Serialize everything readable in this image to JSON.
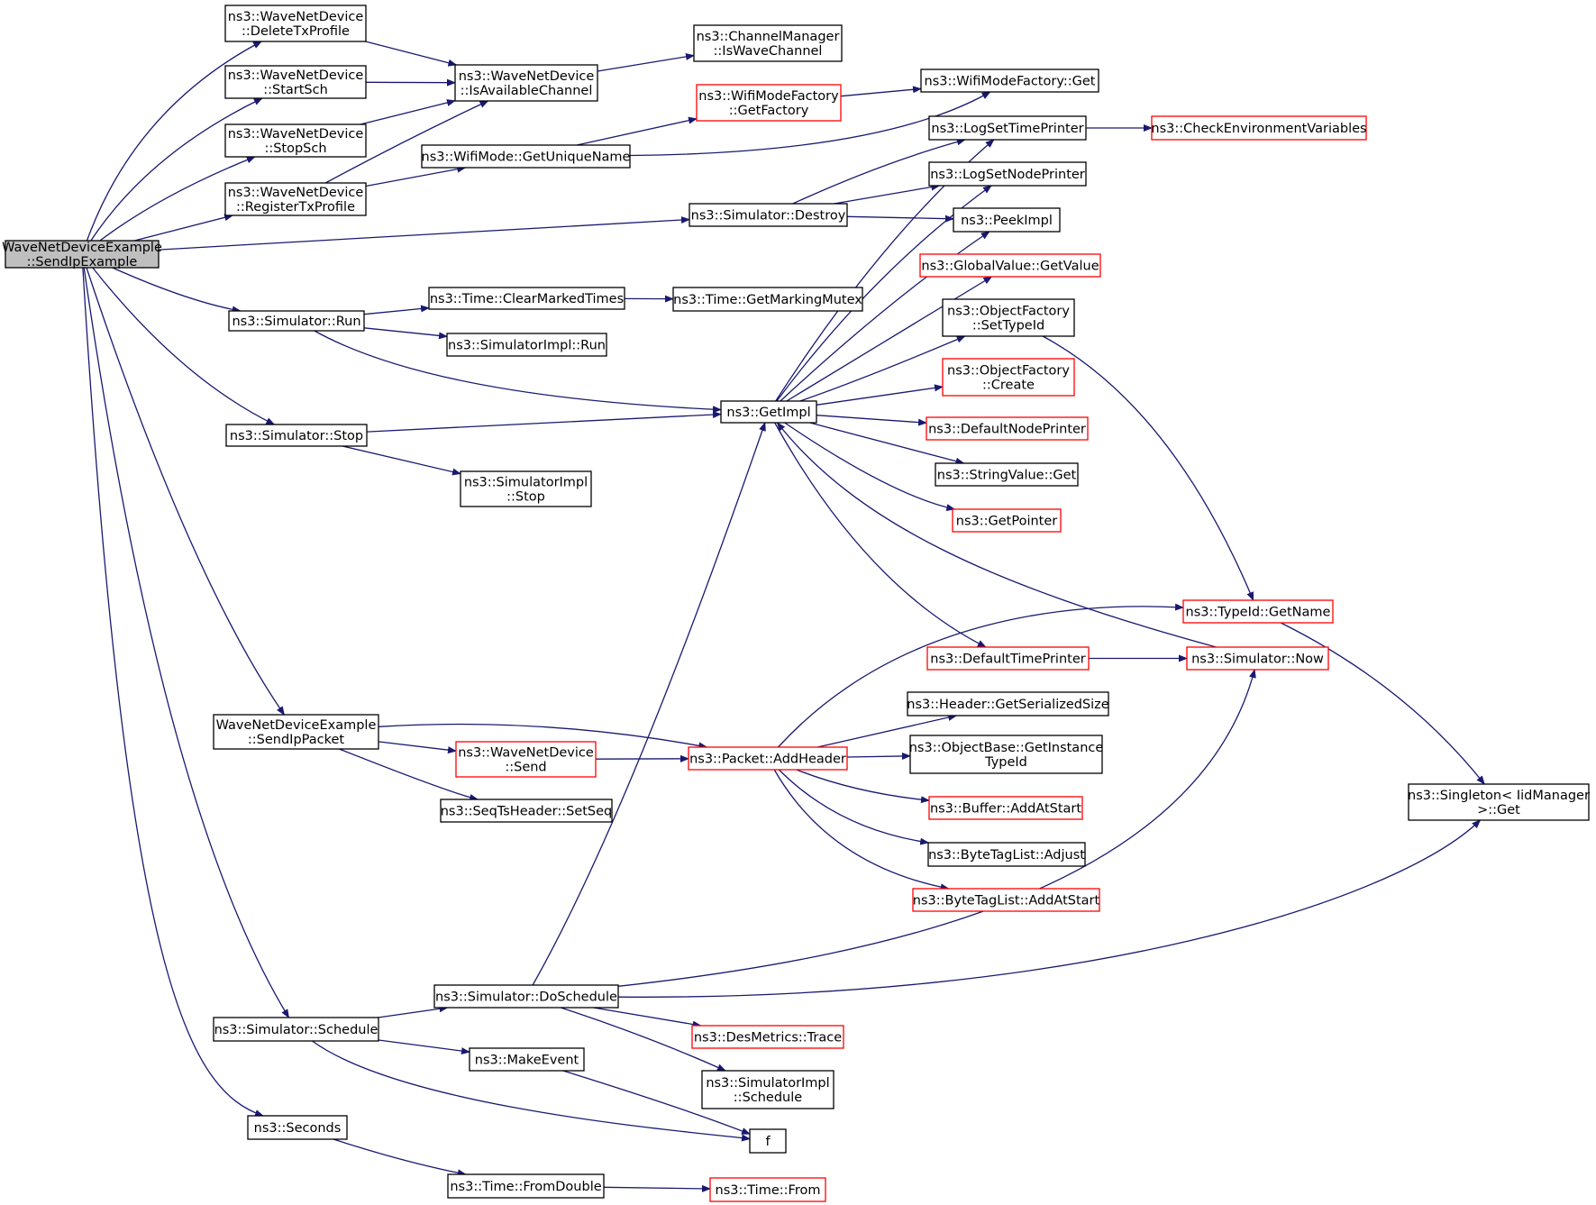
{
  "colors": {
    "edge": "#191970",
    "node_border": "#000000",
    "node_border_truncated": "#ff0000",
    "root_fill": "#bfbfbf",
    "node_fill": "#ffffff"
  },
  "nodes": [
    {
      "id": "root",
      "lines": [
        "WaveNetDeviceExample",
        "::SendIpExample"
      ],
      "style": "root"
    },
    {
      "id": "delTx",
      "lines": [
        "ns3::WaveNetDevice",
        "::DeleteTxProfile"
      ],
      "style": "normal"
    },
    {
      "id": "startSch",
      "lines": [
        "ns3::WaveNetDevice",
        "::StartSch"
      ],
      "style": "normal"
    },
    {
      "id": "stopSch",
      "lines": [
        "ns3::WaveNetDevice",
        "::StopSch"
      ],
      "style": "normal"
    },
    {
      "id": "regTx",
      "lines": [
        "ns3::WaveNetDevice",
        "::RegisterTxProfile"
      ],
      "style": "normal"
    },
    {
      "id": "isAvail",
      "lines": [
        "ns3::WaveNetDevice",
        "::IsAvailableChannel"
      ],
      "style": "normal"
    },
    {
      "id": "isWave",
      "lines": [
        "ns3::ChannelManager",
        "::IsWaveChannel"
      ],
      "style": "normal"
    },
    {
      "id": "wmfGetFactory",
      "lines": [
        "ns3::WifiModeFactory",
        "::GetFactory"
      ],
      "style": "truncated"
    },
    {
      "id": "wmfGet",
      "lines": [
        "ns3::WifiModeFactory::Get"
      ],
      "style": "normal"
    },
    {
      "id": "uniqueName",
      "lines": [
        "ns3::WifiMode::GetUniqueName"
      ],
      "style": "normal"
    },
    {
      "id": "logTime",
      "lines": [
        "ns3::LogSetTimePrinter"
      ],
      "style": "normal"
    },
    {
      "id": "checkEnv",
      "lines": [
        "ns3::CheckEnvironmentVariables"
      ],
      "style": "truncated"
    },
    {
      "id": "logNode",
      "lines": [
        "ns3::LogSetNodePrinter"
      ],
      "style": "normal"
    },
    {
      "id": "destroy",
      "lines": [
        "ns3::Simulator::Destroy"
      ],
      "style": "normal"
    },
    {
      "id": "peek",
      "lines": [
        "ns3::PeekImpl"
      ],
      "style": "normal"
    },
    {
      "id": "gvGet",
      "lines": [
        "ns3::GlobalValue::GetValue"
      ],
      "style": "truncated"
    },
    {
      "id": "run",
      "lines": [
        "ns3::Simulator::Run"
      ],
      "style": "normal"
    },
    {
      "id": "clearMarked",
      "lines": [
        "ns3::Time::ClearMarkedTimes"
      ],
      "style": "normal"
    },
    {
      "id": "markingMutex",
      "lines": [
        "ns3::Time::GetMarkingMutex"
      ],
      "style": "normal"
    },
    {
      "id": "simImplRun",
      "lines": [
        "ns3::SimulatorImpl::Run"
      ],
      "style": "normal"
    },
    {
      "id": "ofSetType",
      "lines": [
        "ns3::ObjectFactory",
        "::SetTypeId"
      ],
      "style": "normal"
    },
    {
      "id": "ofCreate",
      "lines": [
        "ns3::ObjectFactory",
        "::Create"
      ],
      "style": "truncated"
    },
    {
      "id": "getImpl",
      "lines": [
        "ns3::GetImpl"
      ],
      "style": "normal"
    },
    {
      "id": "defNode",
      "lines": [
        "ns3::DefaultNodePrinter"
      ],
      "style": "truncated"
    },
    {
      "id": "stop",
      "lines": [
        "ns3::Simulator::Stop"
      ],
      "style": "normal"
    },
    {
      "id": "strGet",
      "lines": [
        "ns3::StringValue::Get"
      ],
      "style": "normal"
    },
    {
      "id": "simImplStop",
      "lines": [
        "ns3::SimulatorImpl",
        "::Stop"
      ],
      "style": "normal"
    },
    {
      "id": "getPtr",
      "lines": [
        "ns3::GetPointer"
      ],
      "style": "truncated"
    },
    {
      "id": "typeName",
      "lines": [
        "ns3::TypeId::GetName"
      ],
      "style": "truncated"
    },
    {
      "id": "defTime",
      "lines": [
        "ns3::DefaultTimePrinter"
      ],
      "style": "truncated"
    },
    {
      "id": "now",
      "lines": [
        "ns3::Simulator::Now"
      ],
      "style": "truncated"
    },
    {
      "id": "hdrSize",
      "lines": [
        "ns3::Header::GetSerializedSize"
      ],
      "style": "normal"
    },
    {
      "id": "sendIpPacket",
      "lines": [
        "WaveNetDeviceExample",
        "::SendIpPacket"
      ],
      "style": "normal"
    },
    {
      "id": "wndSend",
      "lines": [
        "ns3::WaveNetDevice",
        "::Send"
      ],
      "style": "truncated"
    },
    {
      "id": "addHeader",
      "lines": [
        "ns3::Packet::AddHeader"
      ],
      "style": "truncated"
    },
    {
      "id": "objBase",
      "lines": [
        "ns3::ObjectBase::GetInstance",
        "TypeId"
      ],
      "style": "normal"
    },
    {
      "id": "singleton",
      "lines": [
        "ns3::Singleton< IidManager",
        ">::Get"
      ],
      "style": "normal"
    },
    {
      "id": "bufAdd",
      "lines": [
        "ns3::Buffer::AddAtStart"
      ],
      "style": "truncated"
    },
    {
      "id": "seqTs",
      "lines": [
        "ns3::SeqTsHeader::SetSeq"
      ],
      "style": "normal"
    },
    {
      "id": "btlAdjust",
      "lines": [
        "ns3::ByteTagList::Adjust"
      ],
      "style": "normal"
    },
    {
      "id": "btlAdd",
      "lines": [
        "ns3::ByteTagList::AddAtStart"
      ],
      "style": "truncated"
    },
    {
      "id": "doSchedule",
      "lines": [
        "ns3::Simulator::DoSchedule"
      ],
      "style": "normal"
    },
    {
      "id": "desTrace",
      "lines": [
        "ns3::DesMetrics::Trace"
      ],
      "style": "truncated"
    },
    {
      "id": "schedule",
      "lines": [
        "ns3::Simulator::Schedule"
      ],
      "style": "normal"
    },
    {
      "id": "makeEvent",
      "lines": [
        "ns3::MakeEvent"
      ],
      "style": "normal"
    },
    {
      "id": "simImplSched",
      "lines": [
        "ns3::SimulatorImpl",
        "::Schedule"
      ],
      "style": "normal"
    },
    {
      "id": "f",
      "lines": [
        "f"
      ],
      "style": "normal"
    },
    {
      "id": "seconds",
      "lines": [
        "ns3::Seconds"
      ],
      "style": "normal"
    },
    {
      "id": "fromDouble",
      "lines": [
        "ns3::Time::FromDouble"
      ],
      "style": "normal"
    },
    {
      "id": "timeFrom",
      "lines": [
        "ns3::Time::From"
      ],
      "style": "truncated"
    }
  ],
  "edges": [
    {
      "from": "root",
      "to": "delTx"
    },
    {
      "from": "root",
      "to": "startSch"
    },
    {
      "from": "root",
      "to": "stopSch"
    },
    {
      "from": "root",
      "to": "regTx"
    },
    {
      "from": "root",
      "to": "destroy"
    },
    {
      "from": "root",
      "to": "run"
    },
    {
      "from": "root",
      "to": "stop"
    },
    {
      "from": "root",
      "to": "sendIpPacket"
    },
    {
      "from": "root",
      "to": "schedule"
    },
    {
      "from": "root",
      "to": "seconds"
    },
    {
      "from": "delTx",
      "to": "isAvail"
    },
    {
      "from": "startSch",
      "to": "isAvail"
    },
    {
      "from": "stopSch",
      "to": "isAvail"
    },
    {
      "from": "regTx",
      "to": "isAvail"
    },
    {
      "from": "regTx",
      "to": "uniqueName"
    },
    {
      "from": "isAvail",
      "to": "isWave"
    },
    {
      "from": "uniqueName",
      "to": "wmfGetFactory"
    },
    {
      "from": "uniqueName",
      "to": "wmfGet"
    },
    {
      "from": "wmfGetFactory",
      "to": "wmfGet"
    },
    {
      "from": "destroy",
      "to": "logTime"
    },
    {
      "from": "destroy",
      "to": "logNode"
    },
    {
      "from": "destroy",
      "to": "peek"
    },
    {
      "from": "logTime",
      "to": "checkEnv"
    },
    {
      "from": "run",
      "to": "clearMarked"
    },
    {
      "from": "run",
      "to": "simImplRun"
    },
    {
      "from": "run",
      "to": "getImpl"
    },
    {
      "from": "clearMarked",
      "to": "markingMutex"
    },
    {
      "from": "stop",
      "to": "getImpl"
    },
    {
      "from": "stop",
      "to": "simImplStop"
    },
    {
      "from": "getImpl",
      "to": "logTime"
    },
    {
      "from": "getImpl",
      "to": "logNode"
    },
    {
      "from": "getImpl",
      "to": "peek"
    },
    {
      "from": "getImpl",
      "to": "gvGet"
    },
    {
      "from": "getImpl",
      "to": "ofSetType"
    },
    {
      "from": "getImpl",
      "to": "ofCreate"
    },
    {
      "from": "getImpl",
      "to": "defNode"
    },
    {
      "from": "getImpl",
      "to": "strGet"
    },
    {
      "from": "getImpl",
      "to": "getPtr"
    },
    {
      "from": "getImpl",
      "to": "defTime"
    },
    {
      "from": "ofSetType",
      "to": "typeName"
    },
    {
      "from": "defTime",
      "to": "now"
    },
    {
      "from": "now",
      "to": "getImpl"
    },
    {
      "from": "typeName",
      "to": "singleton"
    },
    {
      "from": "sendIpPacket",
      "to": "addHeader"
    },
    {
      "from": "sendIpPacket",
      "to": "wndSend"
    },
    {
      "from": "sendIpPacket",
      "to": "seqTs"
    },
    {
      "from": "wndSend",
      "to": "addHeader"
    },
    {
      "from": "addHeader",
      "to": "typeName"
    },
    {
      "from": "addHeader",
      "to": "hdrSize"
    },
    {
      "from": "addHeader",
      "to": "objBase"
    },
    {
      "from": "addHeader",
      "to": "bufAdd"
    },
    {
      "from": "addHeader",
      "to": "btlAdjust"
    },
    {
      "from": "addHeader",
      "to": "btlAdd"
    },
    {
      "from": "schedule",
      "to": "doSchedule"
    },
    {
      "from": "schedule",
      "to": "makeEvent"
    },
    {
      "from": "schedule",
      "to": "f"
    },
    {
      "from": "makeEvent",
      "to": "f"
    },
    {
      "from": "doSchedule",
      "to": "getImpl"
    },
    {
      "from": "doSchedule",
      "to": "now"
    },
    {
      "from": "doSchedule",
      "to": "singleton"
    },
    {
      "from": "doSchedule",
      "to": "desTrace"
    },
    {
      "from": "doSchedule",
      "to": "simImplSched"
    },
    {
      "from": "seconds",
      "to": "fromDouble"
    },
    {
      "from": "fromDouble",
      "to": "timeFrom"
    }
  ]
}
